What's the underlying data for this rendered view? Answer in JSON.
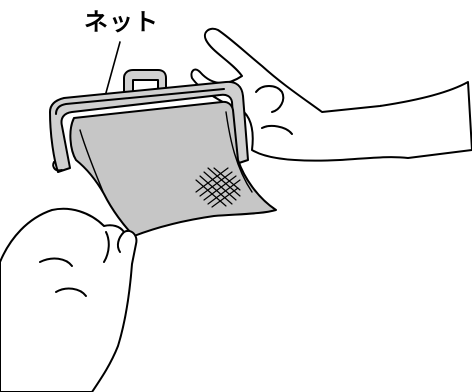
{
  "callout": {
    "text": "ネット"
  },
  "colors": {
    "line": "#000000",
    "frame_fill": "#d0d0d0",
    "mesh_fill": "#c6c6c6",
    "background": "#ffffff"
  },
  "parts": [
    "callout-label",
    "leader-line",
    "filter-frame",
    "filter-handle",
    "filter-mesh",
    "dirt-spot",
    "right-hand",
    "left-hand"
  ]
}
